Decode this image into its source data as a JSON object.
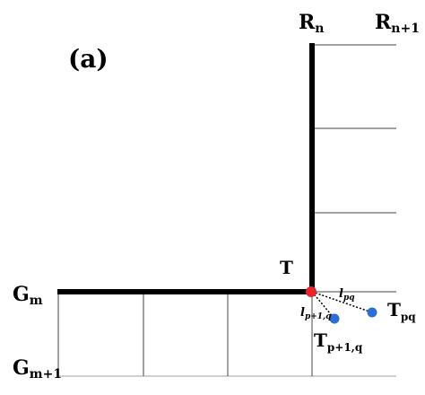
{
  "panel_label": "(a)",
  "labels": {
    "r_n": {
      "base": "R",
      "sub": "n"
    },
    "r_n1": {
      "base": "R",
      "sub": "n+1"
    },
    "g_m": {
      "base": "G",
      "sub": "m"
    },
    "g_m1": {
      "base": "G",
      "sub": "m+1"
    },
    "t": "T",
    "t_pq": {
      "base": "T",
      "sub": "pq"
    },
    "t_p1q": {
      "base": "T",
      "sub": "p+1,q"
    },
    "l_pq": {
      "base": "l",
      "sub": "pq"
    },
    "l_p1q": {
      "base": "l",
      "sub": "p+1,q"
    }
  },
  "colors": {
    "axis": "#000000",
    "grid": "#444444",
    "light_grid": "#d0d0d0",
    "intersection": "#e8262a",
    "target_point": "#2b6fd6"
  }
}
